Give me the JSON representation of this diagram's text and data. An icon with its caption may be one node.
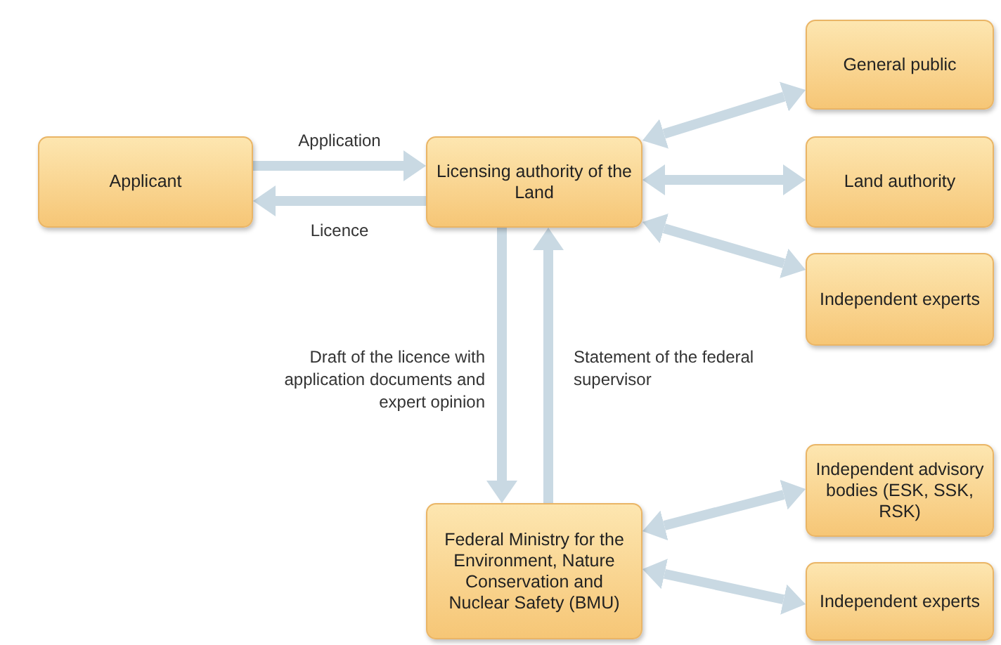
{
  "diagram": {
    "nodes": [
      {
        "text": [
          "Applicant"
        ]
      },
      {
        "text": [
          "Licensing authority of the Land"
        ]
      },
      {
        "text": [
          "General public"
        ]
      },
      {
        "text": [
          "Land authority"
        ]
      },
      {
        "text": [
          "Independent experts"
        ]
      },
      {
        "text": [
          "Federal Ministry for the Environment, Nature Conservation and Nuclear Safety (BMU)"
        ]
      },
      {
        "text": [
          "Independent advisory bodies (ESK, SSK, RSK)"
        ]
      },
      {
        "text": [
          "Independent experts"
        ]
      }
    ],
    "edges": [
      {
        "from": 0,
        "to": 1,
        "arrow": "to",
        "label": "Application"
      },
      {
        "from": 1,
        "to": 0,
        "arrow": "to",
        "label": "Licence"
      },
      {
        "from": 1,
        "to": 2,
        "arrow": "both"
      },
      {
        "from": 1,
        "to": 3,
        "arrow": "both"
      },
      {
        "from": 1,
        "to": 4,
        "arrow": "both"
      },
      {
        "from": 1,
        "to": 5,
        "arrow": "to",
        "label": "Draft of the licence with application documents and expert opinion"
      },
      {
        "from": 5,
        "to": 1,
        "arrow": "to",
        "label": "Statement of the federal supervisor"
      },
      {
        "from": 5,
        "to": 6,
        "arrow": "both"
      },
      {
        "from": 5,
        "to": 7,
        "arrow": "both"
      }
    ]
  }
}
